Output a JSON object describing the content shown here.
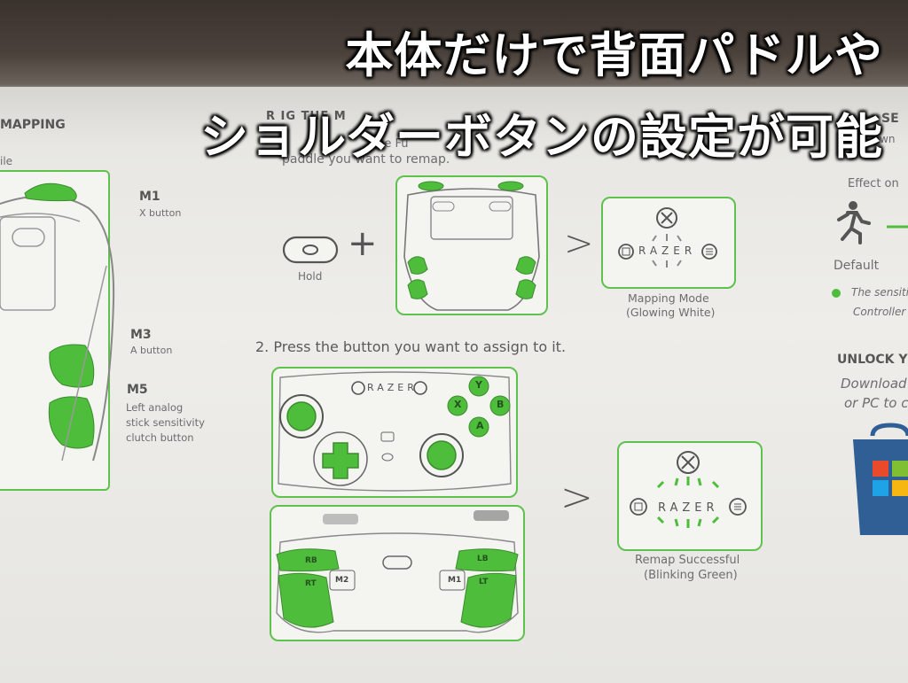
{
  "overlay": {
    "line1": "本体だけで背面パドルや",
    "line2": "ショルダーボタンの設定が可能"
  },
  "left_panel": {
    "heading": "MAPPING",
    "sub": "ile",
    "labels": [
      {
        "title": "M1",
        "desc": "X button"
      },
      {
        "title": "M3",
        "desc": "A button"
      },
      {
        "title": "M5",
        "desc": "Left analog\nstick sensitivity\nclutch button"
      }
    ]
  },
  "step1": {
    "partial_heading": "R     IG    THE M",
    "partial_line2": "the Fu",
    "partial_line3": "paddle you want to remap.",
    "hold_label": "Hold",
    "plus": "+",
    "arrow": ">",
    "mode_caption_1": "Mapping Mode",
    "mode_caption_2": "(Glowing White)",
    "razer_text": "RAZER"
  },
  "step2": {
    "text": "2.  Press the button you want to assign to it.",
    "face_buttons": [
      "Y",
      "X",
      "B",
      "A"
    ],
    "back_labels": [
      "RB",
      "RT",
      "M2",
      "M1",
      "LT",
      "LB"
    ],
    "success_caption_1": "Remap Successful",
    "success_caption_2": "(Blinking Green)",
    "razer_text": "RAZER"
  },
  "right_panel": {
    "heading_partial": "SE",
    "line_partial": "wn",
    "effect": "Effect on",
    "default": "Default",
    "note_1": "The sensiti",
    "note_2": "Controller",
    "unlock": "UNLOCK Y",
    "download_1": "Download",
    "download_2": "or PC to c"
  },
  "colors": {
    "accent_green": "#4fbd3c",
    "outline": "#666666",
    "paper": "#eeede9"
  }
}
